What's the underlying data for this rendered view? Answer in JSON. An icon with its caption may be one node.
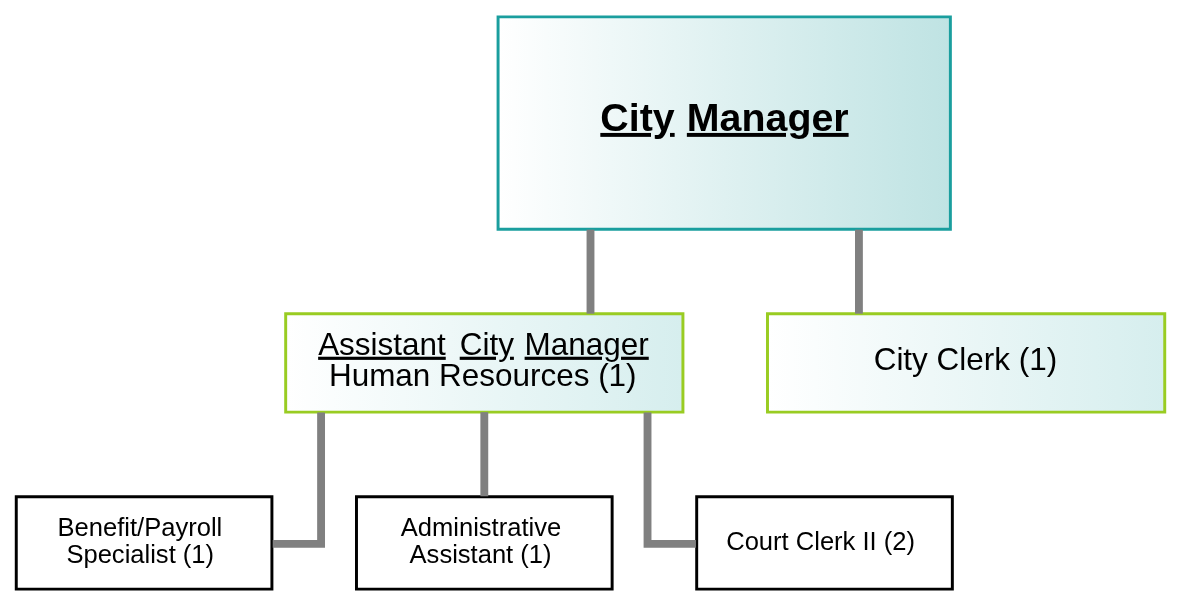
{
  "diagram": {
    "nodes": [
      {
        "text": [
          "City Manager"
        ]
      },
      {
        "text": [
          "Assistant City Manager",
          "Human Resources (1)"
        ]
      },
      {
        "text": [
          "City Clerk (1)"
        ]
      },
      {
        "text": [
          "Benefit/Payroll Specialist (1)"
        ]
      },
      {
        "text": [
          "Administrative Assistant (1)"
        ]
      },
      {
        "text": [
          "Court Clerk II (2)"
        ]
      }
    ],
    "edges": [
      {
        "from": 0,
        "to": 1,
        "arrow": "none"
      },
      {
        "from": 0,
        "to": 2,
        "arrow": "none"
      },
      {
        "from": 1,
        "to": 3,
        "arrow": "none"
      },
      {
        "from": 1,
        "to": 4,
        "arrow": "none"
      },
      {
        "from": 1,
        "to": 5,
        "arrow": "none"
      }
    ]
  }
}
